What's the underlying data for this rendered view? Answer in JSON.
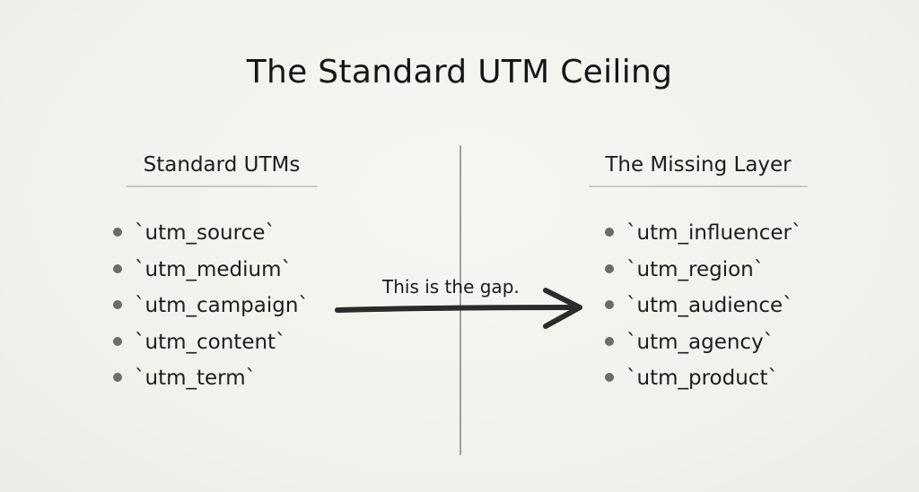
{
  "title": "The Standard UTM Ceiling",
  "left_column": {
    "heading": "Standard UTMs",
    "items": [
      "`utm_source`",
      "`utm_medium`",
      "`utm_campaign`",
      "`utm_content`",
      "`utm_term`"
    ]
  },
  "right_column": {
    "heading": "The Missing Layer",
    "items": [
      "`utm_influencer`",
      "`utm_region`",
      "`utm_audience`",
      "`utm_agency`",
      "`utm_product`"
    ]
  },
  "arrow_label": "This is the gap.",
  "colors": {
    "background": "#f2f2ee",
    "text": "#1f1f1f",
    "bullet": "#6b6b68",
    "arrow": "#2b2b2b",
    "divider": "#8f8f8c"
  }
}
